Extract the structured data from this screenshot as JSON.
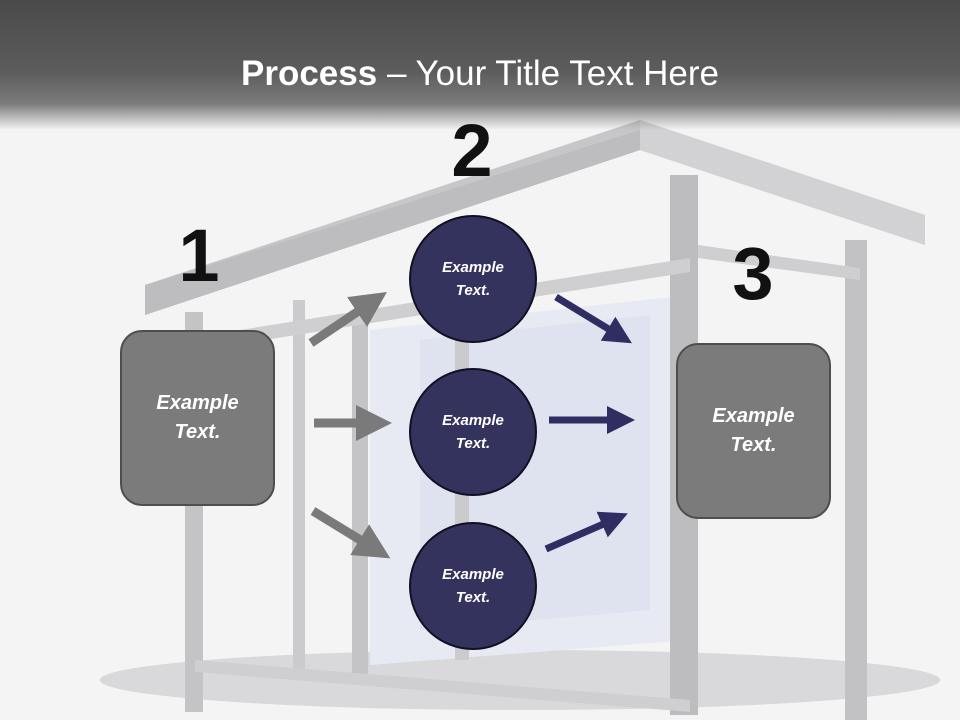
{
  "title": {
    "bold": "Process",
    "rest": " – Your Title Text Here"
  },
  "steps": {
    "one": "1",
    "two": "2",
    "three": "3"
  },
  "left_box": {
    "label": "Example Text."
  },
  "circles": [
    {
      "label": "Example Text."
    },
    {
      "label": "Example Text."
    },
    {
      "label": "Example Text."
    }
  ],
  "right_box": {
    "label": "Example Text."
  },
  "colors": {
    "gray_arrow": "#7a7a7a",
    "navy_arrow": "#2e2e62",
    "circle_fill": "#33335e",
    "box_fill": "#7b7b7b"
  }
}
